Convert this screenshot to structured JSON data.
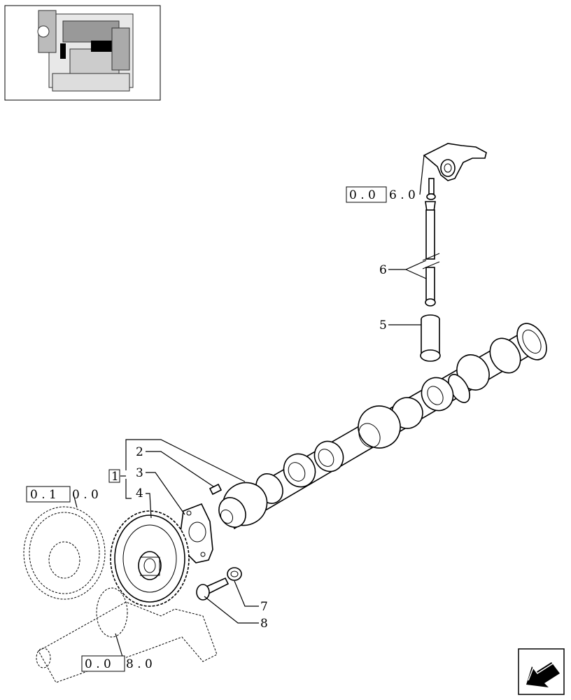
{
  "thumbnail": {
    "alt": "engine-overview"
  },
  "callouts": [
    {
      "id": "c1",
      "text": "1"
    },
    {
      "id": "c2",
      "text": "2"
    },
    {
      "id": "c3",
      "text": "3"
    },
    {
      "id": "c4",
      "text": "4"
    },
    {
      "id": "c5",
      "text": "5"
    },
    {
      "id": "c6",
      "text": "6"
    },
    {
      "id": "c7",
      "text": "7"
    },
    {
      "id": "c8",
      "text": "8"
    }
  ],
  "references": [
    {
      "id": "r0060",
      "boxed": "0 . 0",
      "rest": "6 . 0"
    },
    {
      "id": "r0100",
      "boxed": "0 . 1",
      "rest": "0 . 0"
    },
    {
      "id": "r0080",
      "boxed": "0 . 0",
      "rest": "8 . 0"
    }
  ],
  "nav": {
    "icon": "arrow-back-icon"
  }
}
